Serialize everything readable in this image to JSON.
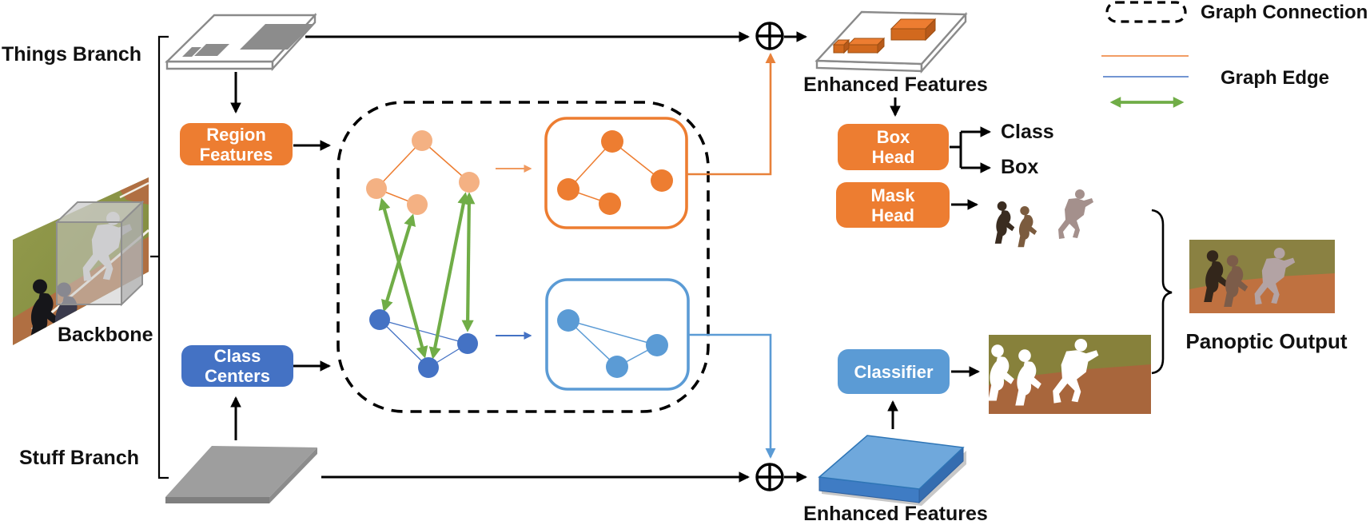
{
  "figure": {
    "labels": {
      "things_branch": "Things Branch",
      "stuff_branch": "Stuff Branch",
      "backbone": "Backbone",
      "enhanced_features_top": "Enhanced Features",
      "enhanced_features_bottom": "Enhanced Features",
      "class_output": "Class",
      "box_output": "Box",
      "panoptic_output": "Panoptic Output"
    },
    "boxes": {
      "region_features": {
        "line1": "Region",
        "line2": "Features"
      },
      "class_centers": {
        "line1": "Class",
        "line2": "Centers"
      },
      "box_head": {
        "line1": "Box",
        "line2": "Head"
      },
      "mask_head": {
        "line1": "Mask",
        "line2": "Head"
      },
      "classifier": {
        "label": "Classifier"
      }
    },
    "legend": {
      "graph_connection": "Graph Connection",
      "graph_edge": "Graph Edge"
    },
    "colors": {
      "orange": "#ED7D31",
      "orange_light_node": "#F4B183",
      "blue": "#4472C4",
      "blue_light": "#5B9BD5",
      "green": "#70AD47",
      "slab_gray": "#9E9E9E",
      "black": "#000000"
    },
    "graph_module": {
      "input_things_nodes": 4,
      "input_stuff_nodes": 3,
      "output_things_nodes": 4,
      "output_stuff_nodes": 3,
      "things_edges": [
        [
          "t1",
          "t2"
        ],
        [
          "t1",
          "t4"
        ],
        [
          "t2",
          "t3"
        ]
      ],
      "stuff_edges": [
        [
          "s1",
          "s2"
        ],
        [
          "s2",
          "s3"
        ],
        [
          "s1",
          "s3"
        ]
      ],
      "cross_edges_bidirectional": [
        [
          "t2",
          "s2"
        ],
        [
          "t3",
          "s1"
        ],
        [
          "t4",
          "s2"
        ],
        [
          "t4",
          "s3"
        ]
      ]
    }
  }
}
